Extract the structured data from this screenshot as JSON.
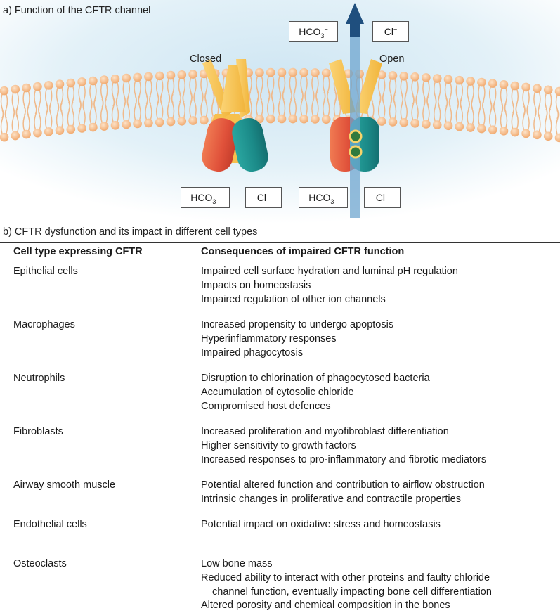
{
  "section_a_title": "a)  Function of the CFTR channel",
  "section_b_title": "b)  CFTR dysfunction and its impact in different cell types",
  "channel_states": {
    "closed_label": "Closed",
    "open_label": "Open"
  },
  "ions": {
    "top_bicarbonate": {
      "base": "HCO",
      "sub": "3",
      "sup": "−"
    },
    "top_chloride": {
      "base": "Cl",
      "sup": "−"
    },
    "bottom_closed_bicarbonate": {
      "base": "HCO",
      "sub": "3",
      "sup": "−"
    },
    "bottom_closed_chloride": {
      "base": "Cl",
      "sup": "−"
    },
    "bottom_open_bicarbonate": {
      "base": "HCO",
      "sub": "3",
      "sup": "−"
    },
    "bottom_open_chloride": {
      "base": "Cl",
      "sup": "−"
    }
  },
  "colors": {
    "lipid_head": "#f3b27c",
    "lipid_tail": "#f0b98a",
    "protein_stalk": "#f6c04e",
    "protein_red": "#e25a3a",
    "protein_teal": "#1e9494",
    "arrow": "#1f4f7e",
    "background_glow": "#d8ecf6"
  },
  "table": {
    "headers": [
      "Cell type expressing CFTR",
      "Consequences of impaired CFTR function"
    ],
    "rows": [
      {
        "cell_type": "Epithelial cells",
        "consequences": [
          "Impaired cell surface hydration and luminal pH regulation",
          "Impacts on homeostasis",
          "Impaired regulation of other ion channels"
        ]
      },
      {
        "cell_type": "Macrophages",
        "consequences": [
          "Increased propensity to undergo apoptosis",
          "Hyperinflammatory responses",
          "Impaired phagocytosis"
        ]
      },
      {
        "cell_type": "Neutrophils",
        "consequences": [
          "Disruption to chlorination of phagocytosed bacteria",
          "Accumulation of cytosolic chloride",
          "Compromised host defences"
        ]
      },
      {
        "cell_type": "Fibroblasts",
        "consequences": [
          "Increased proliferation and myofibroblast differentiation",
          "Higher sensitivity to growth factors",
          "Increased responses to pro-inflammatory and fibrotic mediators"
        ]
      },
      {
        "cell_type": "Airway smooth muscle",
        "consequences": [
          "Potential altered function and contribution to airflow obstruction",
          "Intrinsic changes in proliferative and contractile properties"
        ]
      },
      {
        "cell_type": "Endothelial cells",
        "consequences": [
          "Potential impact on oxidative stress and homeostasis"
        ]
      },
      {
        "cell_type": "Osteoclasts",
        "consequences": [
          "Low bone mass",
          "Reduced ability to interact with other proteins and faulty chloride",
          "  channel function, eventually impacting bone cell differentiation",
          "Altered porosity and chemical composition in the bones"
        ]
      }
    ]
  }
}
